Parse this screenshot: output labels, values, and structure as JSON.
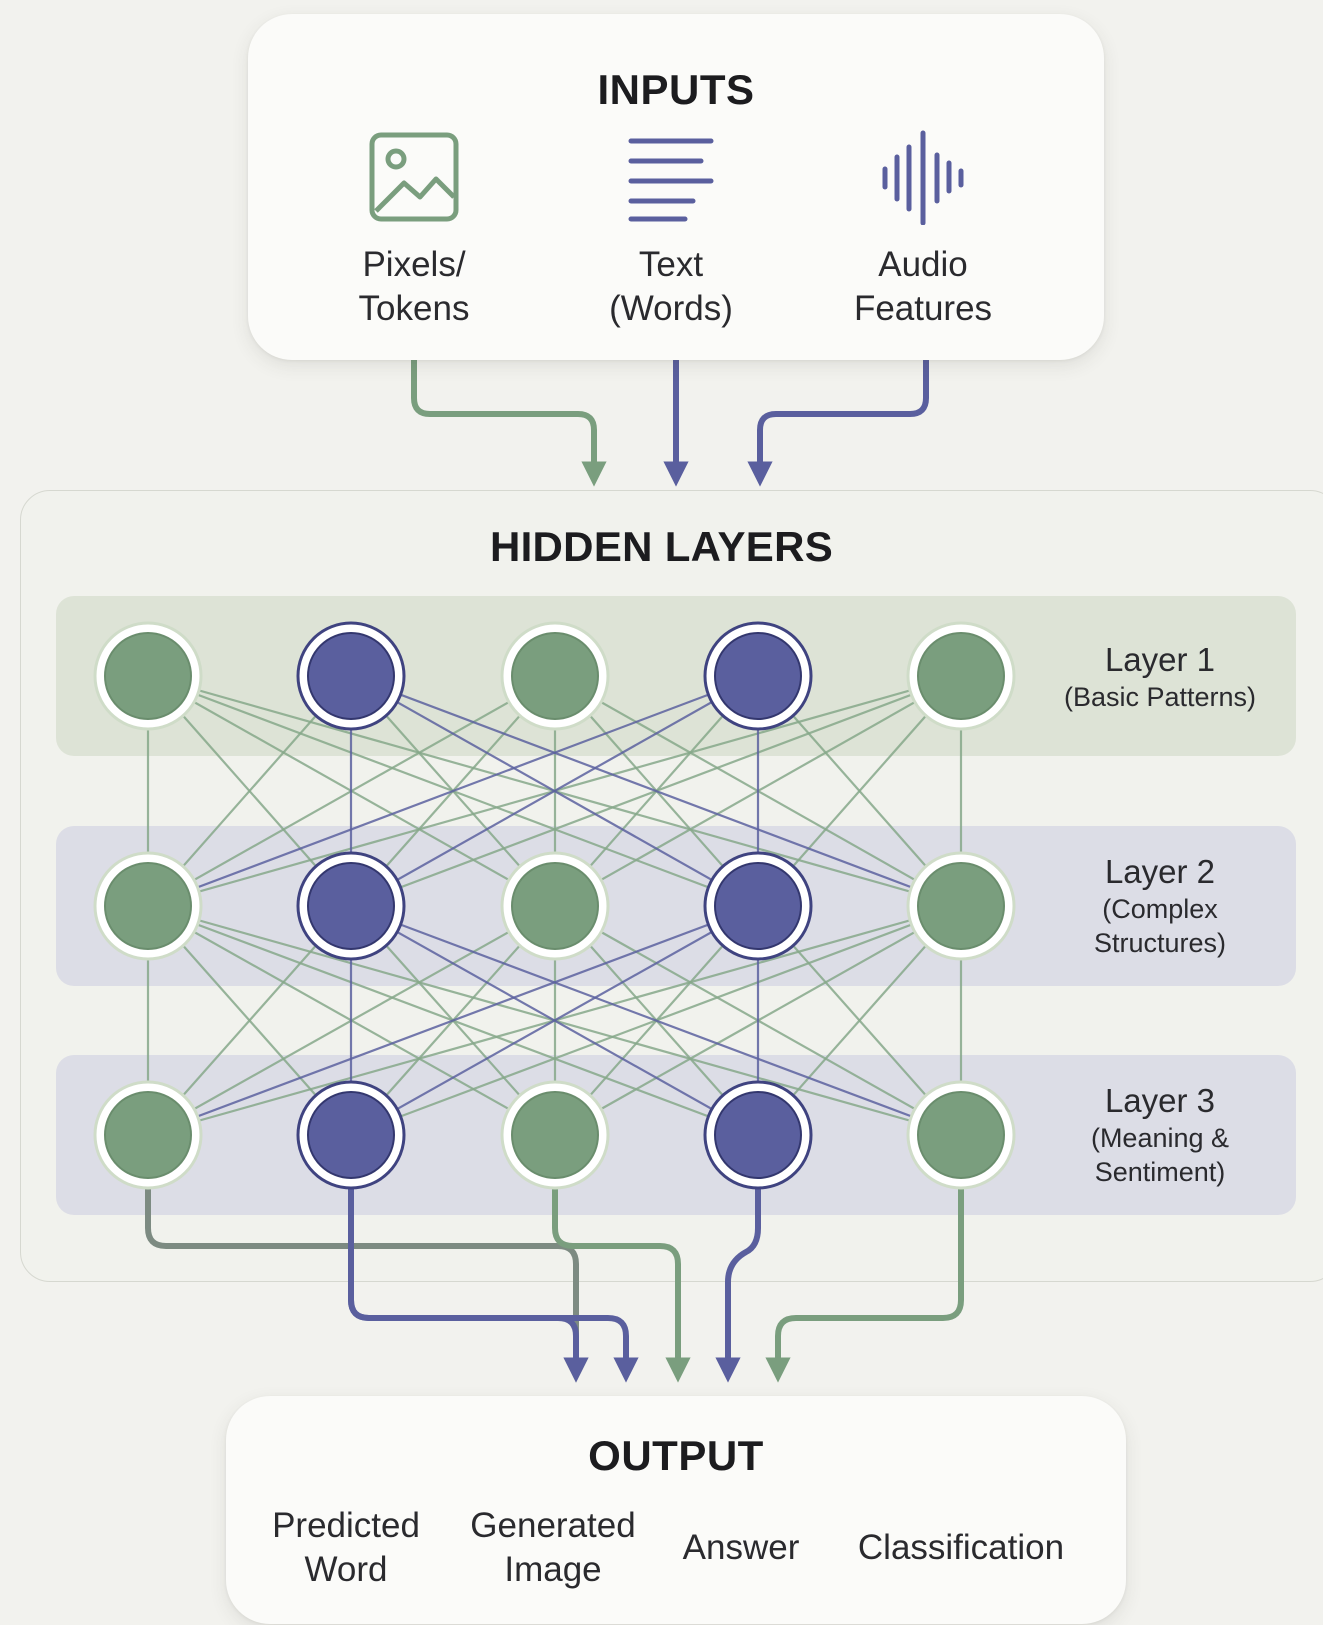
{
  "inputs": {
    "title": "INPUTS",
    "items": [
      {
        "label_line1": "Pixels/",
        "label_line2": "Tokens",
        "icon": "image-icon"
      },
      {
        "label_line1": "Text",
        "label_line2": "(Words)",
        "icon": "text-lines-icon"
      },
      {
        "label_line1": "Audio",
        "label_line2": "Features",
        "icon": "audio-waveform-icon"
      }
    ]
  },
  "hidden_layers": {
    "title": "HIDDEN LAYERS",
    "layers": [
      {
        "name": "Layer 1",
        "desc_line1": "(Basic Patterns)",
        "desc_line2": ""
      },
      {
        "name": "Layer 2",
        "desc_line1": "(Complex",
        "desc_line2": "Structures)"
      },
      {
        "name": "Layer 3",
        "desc_line1": "(Meaning &",
        "desc_line2": "Sentiment)"
      }
    ],
    "node_colors": [
      "green",
      "blue",
      "green",
      "blue",
      "green"
    ]
  },
  "output": {
    "title": "OUTPUT",
    "items": [
      {
        "label_line1": "Predicted",
        "label_line2": "Word"
      },
      {
        "label_line1": "Generated",
        "label_line2": "Image"
      },
      {
        "label_line1": "Answer",
        "label_line2": ""
      },
      {
        "label_line1": "Classification",
        "label_line2": ""
      }
    ]
  },
  "colors": {
    "green": "#7a9e7e",
    "blue": "#5a5f9e",
    "green_edge": "#86a88a",
    "blue_edge": "#5c619f",
    "node_ring": "#ffffff"
  }
}
